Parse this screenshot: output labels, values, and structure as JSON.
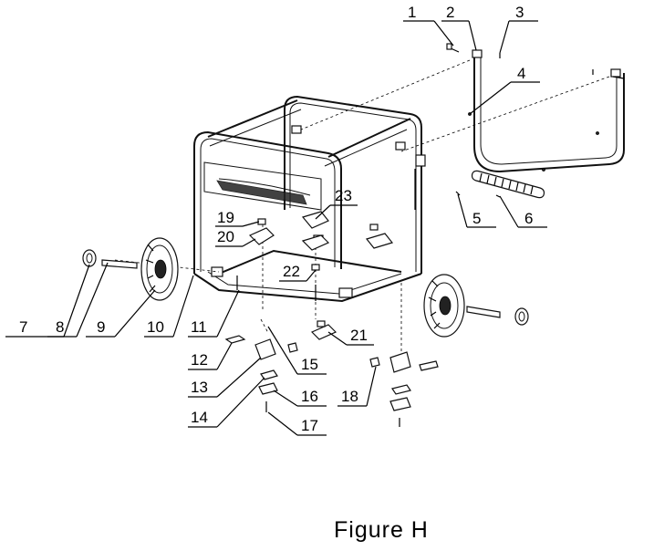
{
  "figure": {
    "caption": "Figure H",
    "callouts": [
      {
        "id": "c1",
        "label": "1"
      },
      {
        "id": "c2",
        "label": "2"
      },
      {
        "id": "c3",
        "label": "3"
      },
      {
        "id": "c4",
        "label": "4"
      },
      {
        "id": "c5",
        "label": "5"
      },
      {
        "id": "c6",
        "label": "6"
      },
      {
        "id": "c7",
        "label": "7"
      },
      {
        "id": "c8",
        "label": "8"
      },
      {
        "id": "c9",
        "label": "9"
      },
      {
        "id": "c10",
        "label": "10"
      },
      {
        "id": "c11",
        "label": "11"
      },
      {
        "id": "c12",
        "label": "12"
      },
      {
        "id": "c13",
        "label": "13"
      },
      {
        "id": "c14",
        "label": "14"
      },
      {
        "id": "c15",
        "label": "15"
      },
      {
        "id": "c16",
        "label": "16"
      },
      {
        "id": "c17",
        "label": "17"
      },
      {
        "id": "c18",
        "label": "18"
      },
      {
        "id": "c19",
        "label": "19"
      },
      {
        "id": "c20",
        "label": "20"
      },
      {
        "id": "c21",
        "label": "21"
      },
      {
        "id": "c22",
        "label": "22"
      },
      {
        "id": "c23",
        "label": "23"
      }
    ]
  }
}
